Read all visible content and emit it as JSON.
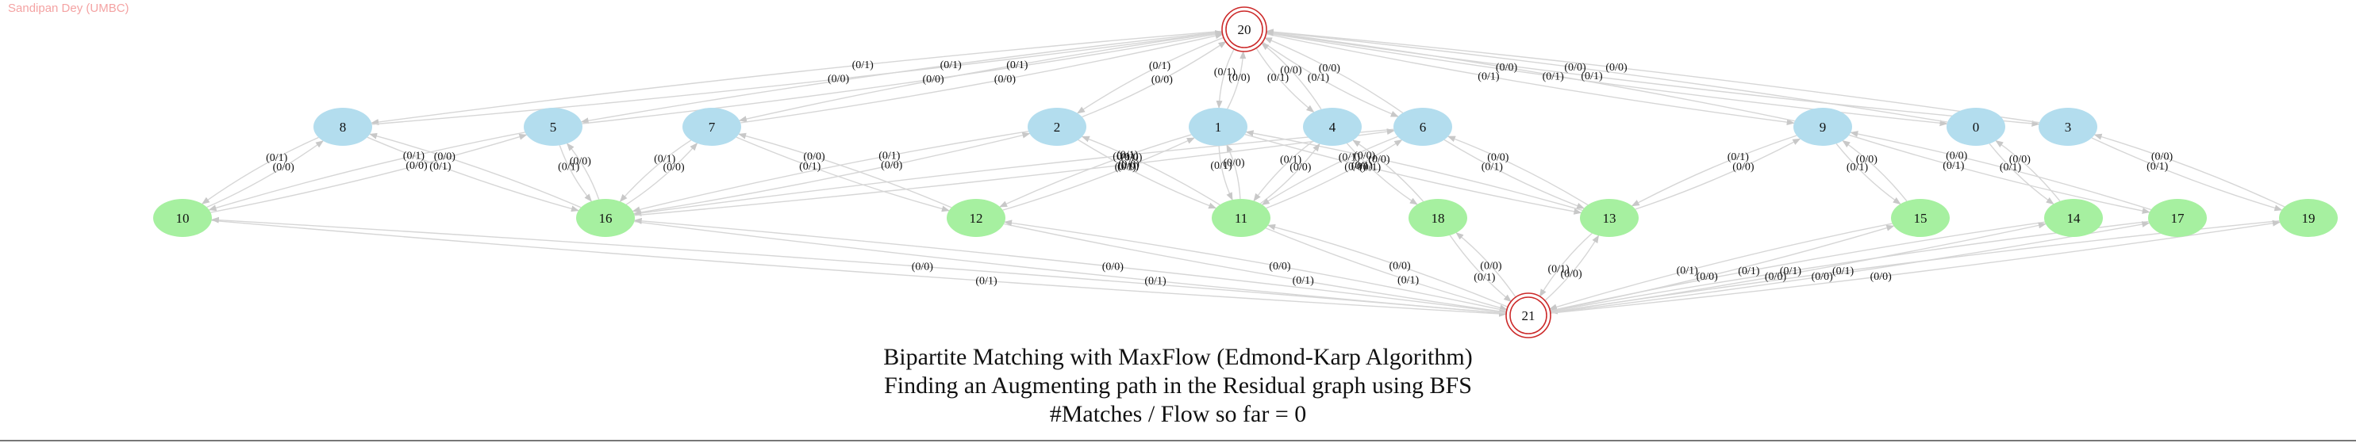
{
  "watermark": "Sandipan Dey (UMBC)",
  "caption": {
    "line1": "Bipartite Matching with MaxFlow (Edmond-Karp Algorithm)",
    "line2": "Finding an Augmenting path in the Residual graph using BFS",
    "line3": "#Matches / Flow so far = 0"
  },
  "colors": {
    "left_node": "#b3ddee",
    "right_node": "#a6f0a0",
    "terminal_ring": "#cc2a2a",
    "edge": "#d6d6d6",
    "arrow": "#c8c8c8",
    "label": "#111111"
  },
  "graph": {
    "source": "20",
    "sink": "21",
    "left_nodes": [
      "8",
      "5",
      "7",
      "2",
      "1",
      "4",
      "6",
      "9",
      "0",
      "3"
    ],
    "right_nodes": [
      "10",
      "16",
      "12",
      "11",
      "18",
      "13",
      "15",
      "14",
      "17",
      "19"
    ],
    "source_edges": [
      {
        "to": "8",
        "label": "(0/1)"
      },
      {
        "to": "5",
        "label": "(0/1)"
      },
      {
        "to": "7",
        "label": "(0/1)"
      },
      {
        "to": "2",
        "label": "(0/1)"
      },
      {
        "to": "1",
        "label": "(0/1)"
      },
      {
        "to": "4",
        "label": "(0/1)"
      },
      {
        "to": "6",
        "label": "(0/1)"
      },
      {
        "to": "9",
        "label": "(0/1)"
      },
      {
        "to": "0",
        "label": "(0/1)"
      },
      {
        "to": "3",
        "label": "(0/1)"
      }
    ],
    "source_reverse_edges": [
      {
        "from": "8",
        "label": "(0/0)"
      },
      {
        "from": "5",
        "label": "(0/0)"
      },
      {
        "from": "7",
        "label": "(0/0)"
      },
      {
        "from": "2",
        "label": "(0/0)"
      },
      {
        "from": "1",
        "label": "(0/0)"
      },
      {
        "from": "4",
        "label": "(0/0)"
      },
      {
        "from": "6",
        "label": "(0/0)"
      },
      {
        "from": "9",
        "label": "(0/0)"
      },
      {
        "from": "0",
        "label": "(0/0)"
      },
      {
        "from": "3",
        "label": "(0/0)"
      }
    ],
    "sink_edges": [
      {
        "from": "10",
        "label": "(0/1)"
      },
      {
        "from": "16",
        "label": "(0/1)"
      },
      {
        "from": "12",
        "label": "(0/1)"
      },
      {
        "from": "11",
        "label": "(0/1)"
      },
      {
        "from": "18",
        "label": "(0/1)"
      },
      {
        "from": "13",
        "label": "(0/1)"
      },
      {
        "from": "15",
        "label": "(0/1)"
      },
      {
        "from": "14",
        "label": "(0/1)"
      },
      {
        "from": "17",
        "label": "(0/1)"
      },
      {
        "from": "19",
        "label": "(0/1)"
      }
    ],
    "sink_reverse_edges": [
      {
        "to": "10",
        "label": "(0/0)"
      },
      {
        "to": "16",
        "label": "(0/0)"
      },
      {
        "to": "12",
        "label": "(0/0)"
      },
      {
        "to": "11",
        "label": "(0/0)"
      },
      {
        "to": "18",
        "label": "(0/0)"
      },
      {
        "to": "13",
        "label": "(0/0)"
      },
      {
        "to": "15",
        "label": "(0/0)"
      },
      {
        "to": "14",
        "label": "(0/0)"
      },
      {
        "to": "17",
        "label": "(0/0)"
      },
      {
        "to": "19",
        "label": "(0/0)"
      }
    ],
    "bipartite_edges": [
      {
        "from": "8",
        "to": "10",
        "label": "(0/1)",
        "reverse_label": "(0/0)"
      },
      {
        "from": "8",
        "to": "16",
        "label": "(0/1)",
        "reverse_label": "(0/0)"
      },
      {
        "from": "5",
        "to": "10",
        "label": "(0/1)",
        "reverse_label": "(0/0)"
      },
      {
        "from": "5",
        "to": "16",
        "label": "(0/1)",
        "reverse_label": "(0/0)"
      },
      {
        "from": "7",
        "to": "16",
        "label": "(0/1)",
        "reverse_label": "(0/0)"
      },
      {
        "from": "7",
        "to": "12",
        "label": "(0/1)",
        "reverse_label": "(0/0)"
      },
      {
        "from": "2",
        "to": "16",
        "label": "(0/1)",
        "reverse_label": "(0/0)"
      },
      {
        "from": "2",
        "to": "11",
        "label": "(0/1)",
        "reverse_label": "(0/0)"
      },
      {
        "from": "1",
        "to": "12",
        "label": "(0/1)",
        "reverse_label": "(0/0)"
      },
      {
        "from": "1",
        "to": "11",
        "label": "(0/1)",
        "reverse_label": "(0/0)"
      },
      {
        "from": "1",
        "to": "13",
        "label": "(0/1)",
        "reverse_label": "(0/0)"
      },
      {
        "from": "4",
        "to": "11",
        "label": "(0/1)",
        "reverse_label": "(0/0)"
      },
      {
        "from": "4",
        "to": "18",
        "label": "(0/1)",
        "reverse_label": "(0/0)"
      },
      {
        "from": "6",
        "to": "16",
        "label": "(0/1)",
        "reverse_label": "(0/0)"
      },
      {
        "from": "6",
        "to": "11",
        "label": "(0/1)",
        "reverse_label": "(0/0)"
      },
      {
        "from": "6",
        "to": "13",
        "label": "(0/1)",
        "reverse_label": "(0/0)"
      },
      {
        "from": "9",
        "to": "13",
        "label": "(0/1)",
        "reverse_label": "(0/0)"
      },
      {
        "from": "9",
        "to": "15",
        "label": "(0/1)",
        "reverse_label": "(0/0)"
      },
      {
        "from": "9",
        "to": "17",
        "label": "(0/1)",
        "reverse_label": "(0/0)"
      },
      {
        "from": "0",
        "to": "14",
        "label": "(0/1)",
        "reverse_label": "(0/0)"
      },
      {
        "from": "3",
        "to": "19",
        "label": "(0/1)",
        "reverse_label": "(0/0)"
      }
    ]
  }
}
